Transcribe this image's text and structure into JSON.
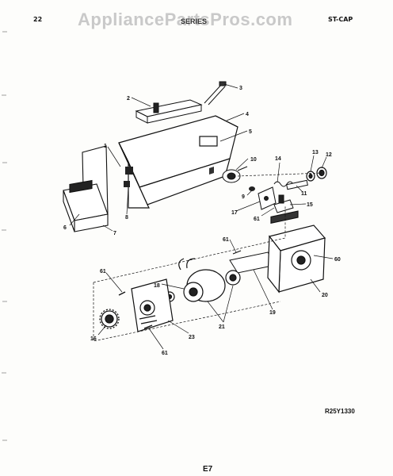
{
  "header": {
    "page_number": "22",
    "watermark": "AppliancePartsPros.com",
    "doc_code": "SERIES",
    "section": "ST-CAP"
  },
  "diagram": {
    "callouts": [
      "1",
      "2",
      "3",
      "4",
      "5",
      "6",
      "7",
      "8",
      "9",
      "10",
      "11",
      "12",
      "13",
      "14",
      "15",
      "16",
      "17",
      "18",
      "19",
      "20",
      "21",
      "23",
      "60",
      "61"
    ]
  },
  "footer": {
    "drawing_code": "R25Y1330",
    "page_code": "E7"
  }
}
